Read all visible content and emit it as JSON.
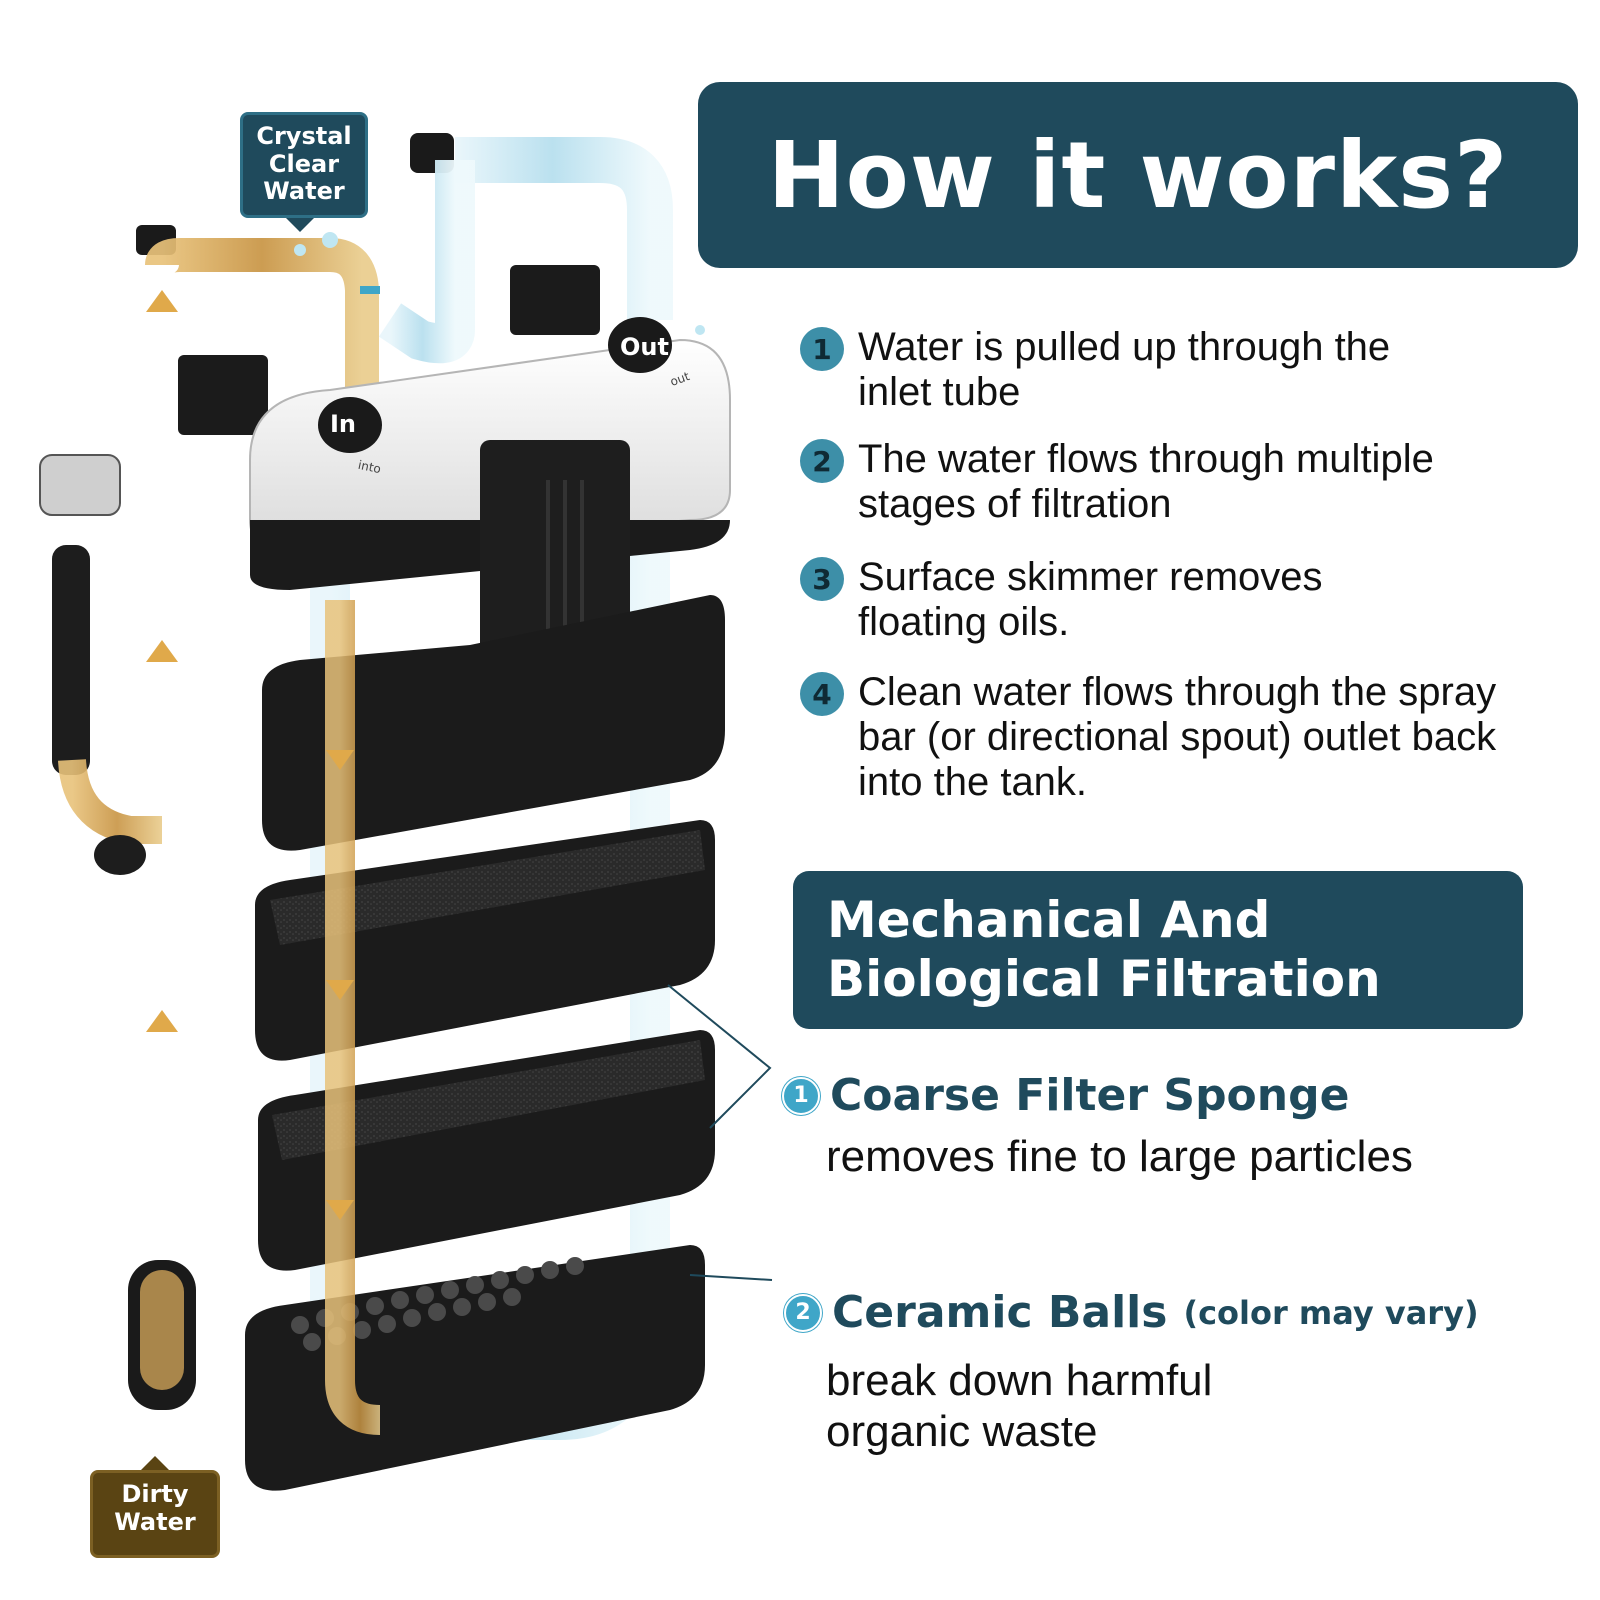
{
  "title": "How it works?",
  "steps": [
    {
      "num": "1",
      "text": "Water is pulled up through the inlet tube"
    },
    {
      "num": "2",
      "text": "The water flows through multiple stages of filtration"
    },
    {
      "num": "3",
      "text": "Surface skimmer removes floating oils."
    },
    {
      "num": "4",
      "text": "Clean water flows through the spray bar (or directional spout) outlet back into the tank."
    }
  ],
  "subtitle": {
    "line1": "Mechanical And",
    "line2": "Biological Filtration"
  },
  "media": [
    {
      "num": "1",
      "title": "Coarse Filter Sponge",
      "note": "",
      "desc_line1": "removes fine to large particles",
      "desc_line2": ""
    },
    {
      "num": "2",
      "title": "Ceramic Balls",
      "note": "(color may vary)",
      "desc_line1": "break down harmful",
      "desc_line2": "organic waste"
    }
  ],
  "callouts": {
    "clear_water": {
      "line1": "Crystal",
      "line2": "Clear",
      "line3": "Water"
    },
    "dirty_water": {
      "line1": "Dirty",
      "line2": "Water"
    }
  },
  "ports": {
    "in": "In",
    "out": "Out",
    "in_small": "into",
    "out_small": "out"
  },
  "colors": {
    "panel": "#1f4a5c",
    "accent": "#3fa6c8",
    "dirty": "#c89b4a",
    "clean": "#bfe6f2",
    "filter_body": "#1b1b1b"
  }
}
